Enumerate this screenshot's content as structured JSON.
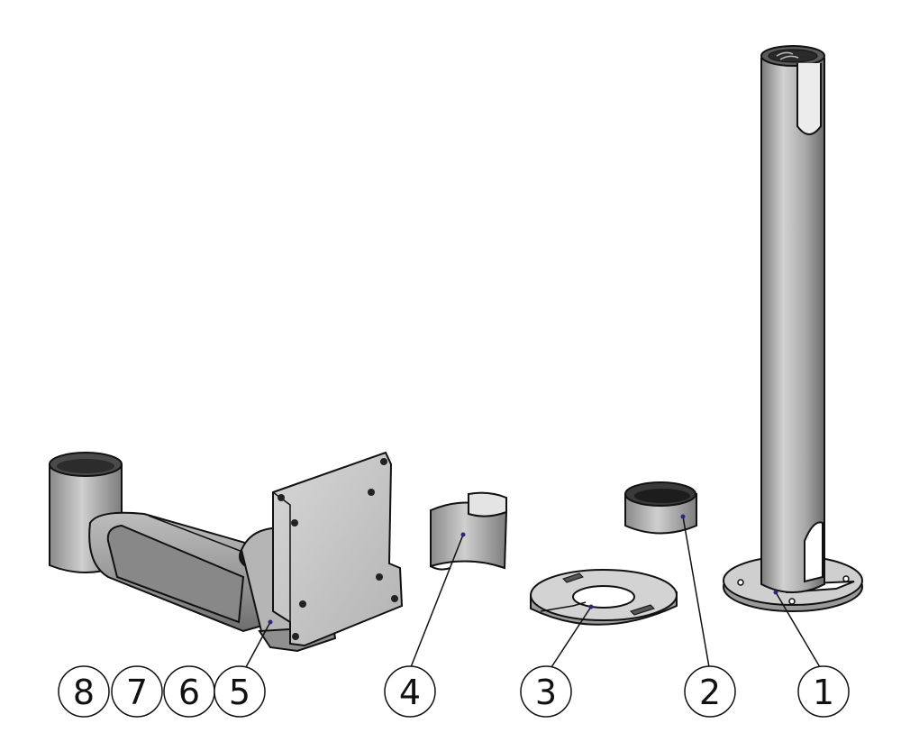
{
  "callouts": [
    {
      "id": "1",
      "label": "1"
    },
    {
      "id": "2",
      "label": "2"
    },
    {
      "id": "3",
      "label": "3"
    },
    {
      "id": "4",
      "label": "4"
    },
    {
      "id": "5",
      "label": "5"
    },
    {
      "id": "6",
      "label": "6"
    },
    {
      "id": "7",
      "label": "7"
    },
    {
      "id": "8",
      "label": "8"
    }
  ],
  "colors": {
    "metal_light": "#c9c9c9",
    "metal_mid": "#a5a5a5",
    "metal_dark": "#6f6f6f",
    "outline": "#111111"
  }
}
